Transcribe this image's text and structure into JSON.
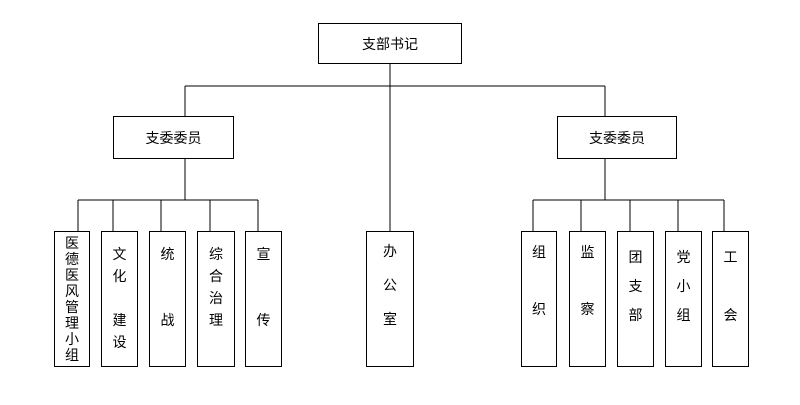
{
  "org_chart": {
    "root": "支部书记",
    "left_member": "支委委员",
    "right_member": "支委委员",
    "left_units": [
      "医\n德\n医\n风\n管\n理\n小\n组",
      "文\n化\n\n建\n设",
      "统\n\n\n战",
      "综\n合\n治\n理",
      "宣\n\n\n传"
    ],
    "center_unit": "办\n\n公\n\n室",
    "right_units": [
      "组\n\n\n织",
      "监\n\n\n察",
      "团\n支\n部",
      "党\n小\n组",
      "工\n\n会"
    ]
  }
}
